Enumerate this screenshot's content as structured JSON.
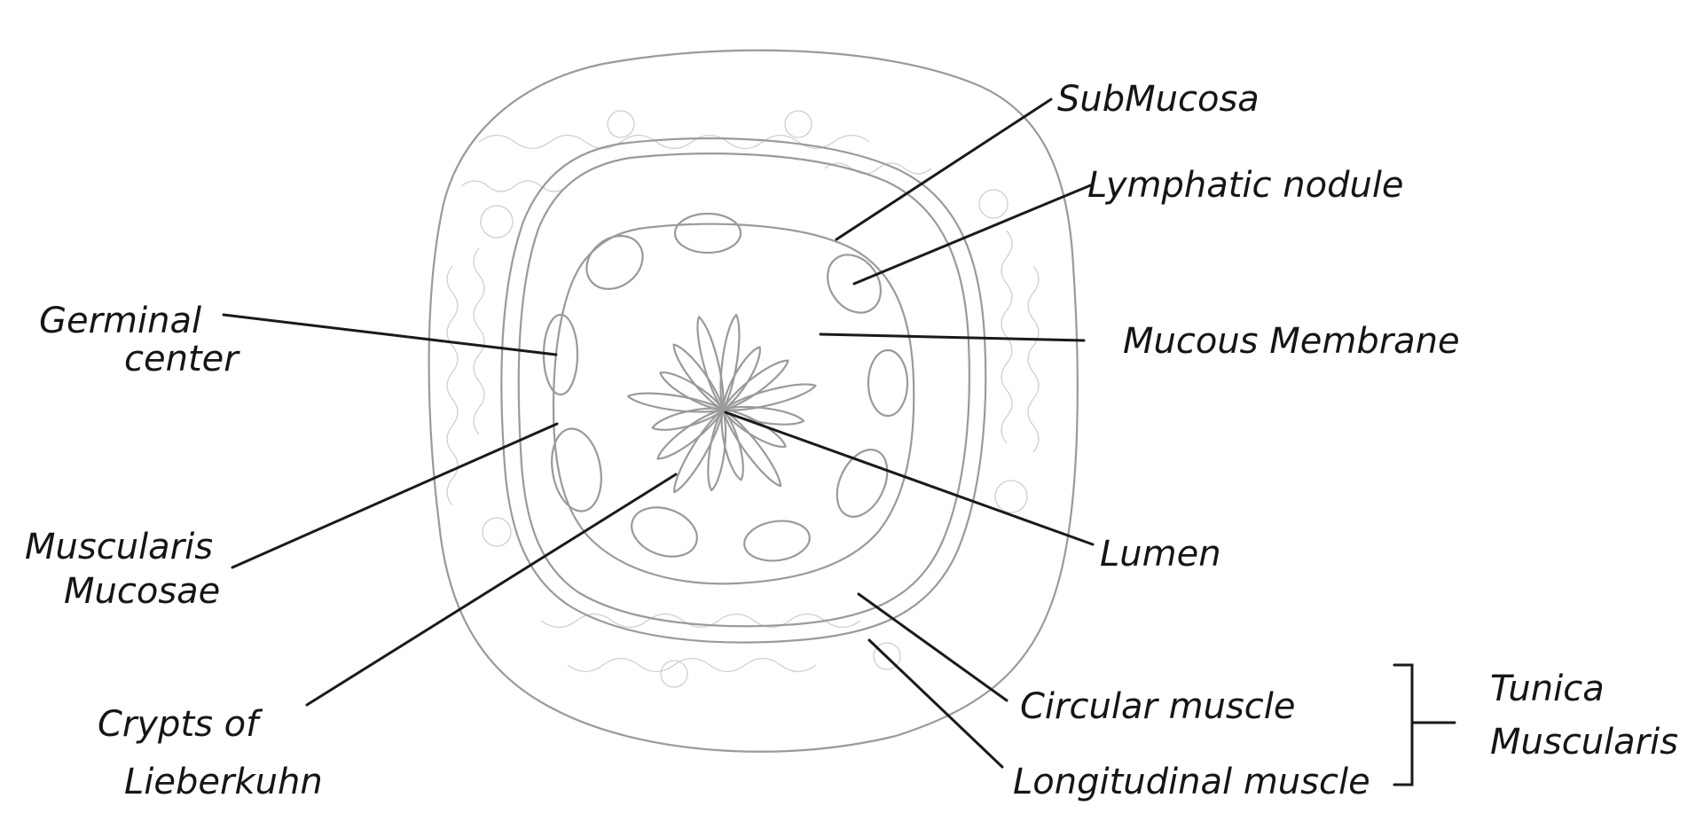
{
  "labels": {
    "submucosa": "SubMucosa",
    "lymphatic_nodule": "Lymphatic nodule",
    "germinal_center_1": "Germinal",
    "germinal_center_2": "center",
    "mucous_membrane": "Mucous Membrane",
    "muscularis_mucosae_1": "Muscularis",
    "muscularis_mucosae_2": "Mucosae",
    "lumen": "Lumen",
    "crypts_1": "Crypts of",
    "crypts_2": "Lieberkuhn",
    "circular_muscle": "Circular muscle",
    "longitudinal_muscle": "Longitudinal muscle",
    "tunica_muscularis_1": "Tunica",
    "tunica_muscularis_2": "Muscularis"
  },
  "colors": {
    "sketch": "#9a9a9a",
    "ink": "#151515"
  }
}
